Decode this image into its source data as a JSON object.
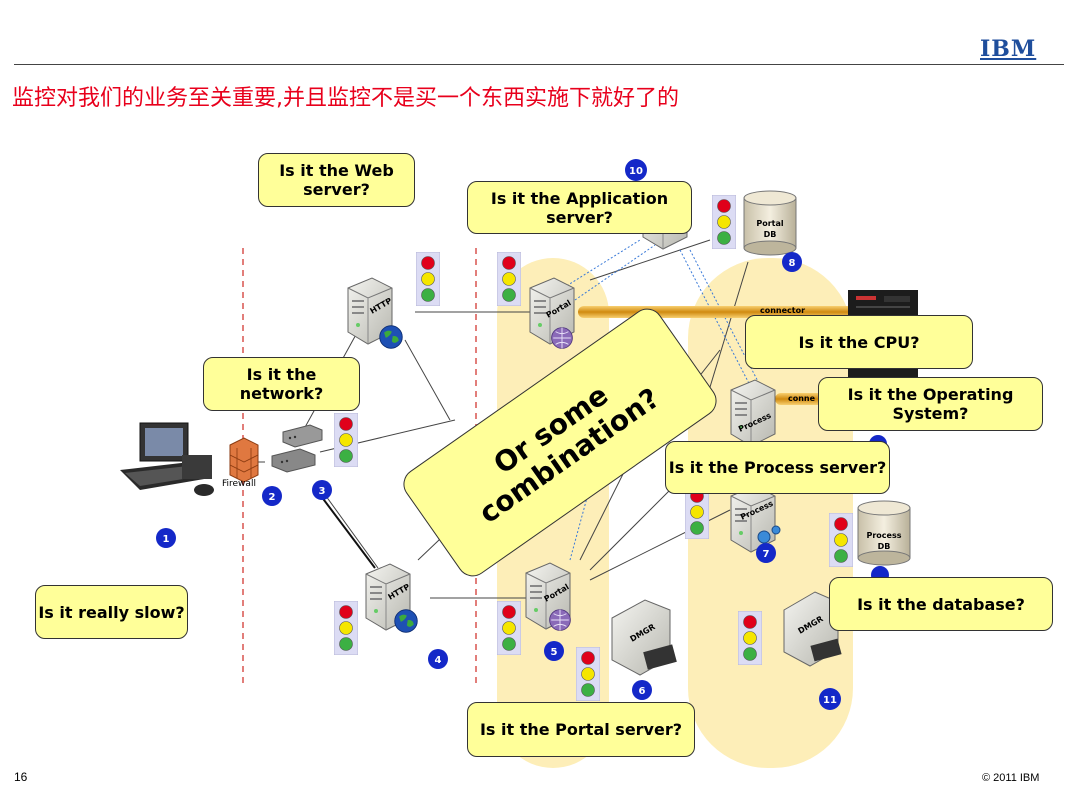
{
  "slide": {
    "title": "监控对我们的业务至关重要,并且监控不是买一个东西实施下就好了的",
    "logo": "IBM",
    "page_number": "16",
    "copyright": "© 2011 IBM"
  },
  "callouts": {
    "web_server": "Is it the Web server?",
    "app_server": "Is it the Application server?",
    "network": "Is it the network?",
    "cpu": "Is it the CPU?",
    "os": "Is it the Operating System?",
    "process_server": "Is it the Process server?",
    "combination": "Or some combination?",
    "slow": "Is it really slow?",
    "database": "Is it the database?",
    "portal_server": "Is it the Portal server?"
  },
  "labels": {
    "firewall": "Firewall",
    "http": "HTTP",
    "portal": "Portal",
    "process": "Process",
    "dmgr": "DMGR",
    "portal_db": [
      "Portal",
      "DB"
    ],
    "process_db": [
      "Process",
      "DB"
    ],
    "connector": "connector",
    "connector_partial": "conne"
  },
  "badges": [
    "1",
    "2",
    "3",
    "4",
    "5",
    "6",
    "7",
    "8",
    "10",
    "11"
  ],
  "colors": {
    "title": "#e8001c",
    "callout_fill": "#ffff99",
    "zone_fill": "#fdeeb8",
    "badge": "#1428c8",
    "divider": "#d9534f",
    "connector": "#e0a020",
    "traffic_red": "#e0001a",
    "traffic_yellow": "#f5e600",
    "traffic_green": "#3cb043"
  }
}
